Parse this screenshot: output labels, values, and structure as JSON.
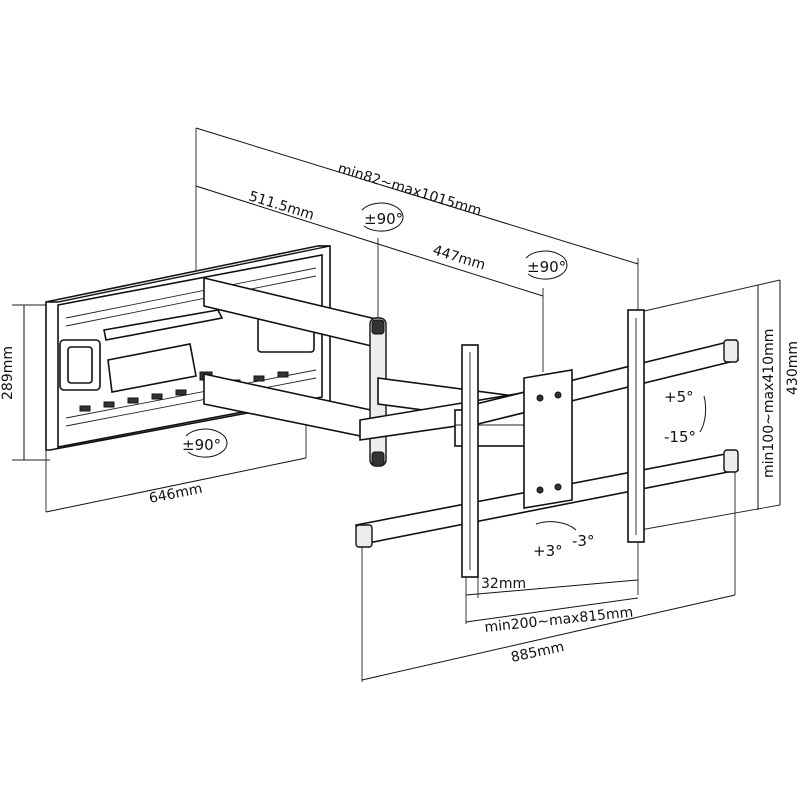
{
  "dimensions": {
    "arm_extension": "min82~max1015mm",
    "arm_segment_1": "511.5mm",
    "arm_segment_2": "447mm",
    "wall_plate_height": "289mm",
    "wall_plate_width": "646mm",
    "vesa_vertical": "min100~max410mm",
    "bracket_height": "430mm",
    "vesa_horizontal": "min200~max815mm",
    "rail_width": "32mm",
    "bracket_width": "885mm"
  },
  "rotations": {
    "arm_swivel_1": "±90°",
    "arm_swivel_2": "±90°",
    "wall_swivel": "±90°",
    "tilt_up": "+5°",
    "tilt_down": "-15°",
    "level_plus": "+3°",
    "level_minus": "-3°"
  },
  "colors": {
    "line": "#111111",
    "fill": "#ffffff",
    "shade": "#ededed"
  }
}
